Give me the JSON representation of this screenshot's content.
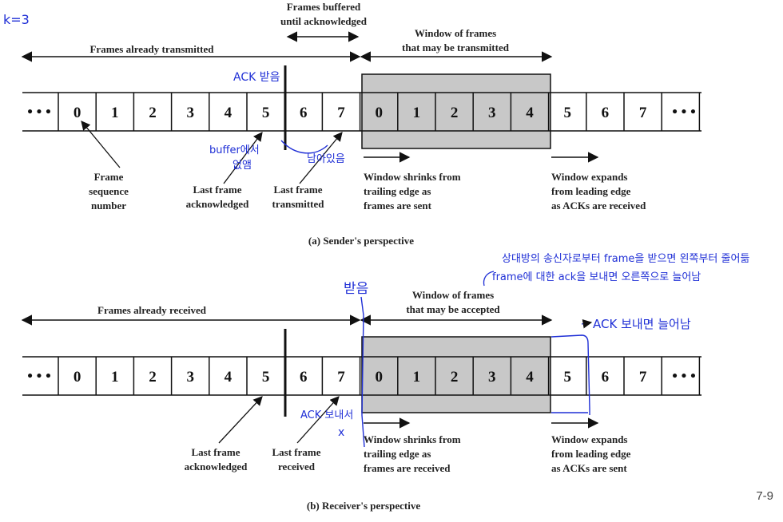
{
  "window_size_note": "k=3",
  "page_number": "7-9",
  "sequence": [
    "0",
    "1",
    "2",
    "3",
    "4",
    "5",
    "6",
    "7",
    "0",
    "1",
    "2",
    "3",
    "4",
    "5",
    "6",
    "7"
  ],
  "ellipsis": "• • •",
  "sender": {
    "caption": "(a) Sender's perspective",
    "buffered_label": [
      "Frames buffered",
      "until acknowledged"
    ],
    "already_label": "Frames already transmitted",
    "window_label": [
      "Window of frames",
      "that may be transmitted"
    ],
    "frame_seq_label": [
      "Frame",
      "sequence",
      "number"
    ],
    "last_ack_label": [
      "Last frame",
      "acknowledged"
    ],
    "last_tx_label": [
      "Last frame",
      "transmitted"
    ],
    "shrinks_label": [
      "Window shrinks from",
      "trailing edge as",
      "frames are sent"
    ],
    "expands_label": [
      "Window expands",
      "from leading edge",
      "as ACKs are received"
    ],
    "notes": {
      "ack_received": "ACK 받음",
      "buffer_removed": [
        "buffer에서",
        "없앰"
      ],
      "remaining": "남아있음"
    }
  },
  "receiver": {
    "caption": "(b) Receiver's perspective",
    "already_label": "Frames already received",
    "window_label": [
      "Window of frames",
      "that may be accepted"
    ],
    "last_ack_label": [
      "Last frame",
      "acknowledged"
    ],
    "last_rx_label": [
      "Last frame",
      "received"
    ],
    "shrinks_label": [
      "Window shrinks from",
      "trailing edge as",
      "frames are received"
    ],
    "expands_label": [
      "Window expands",
      "from leading edge",
      "as ACKs are sent"
    ],
    "notes": {
      "explain": [
        "상대방의 송신자로부터 frame을 받으면 왼쪽부터 줄어듦",
        "frame에 대한 ack을 보내면 오른쪽으로 늘어남"
      ],
      "received": "받음",
      "ack_sent_grows": "ACK 보내면 늘어남",
      "ack_sent": "ACK 보내서",
      "mark": "x"
    }
  }
}
